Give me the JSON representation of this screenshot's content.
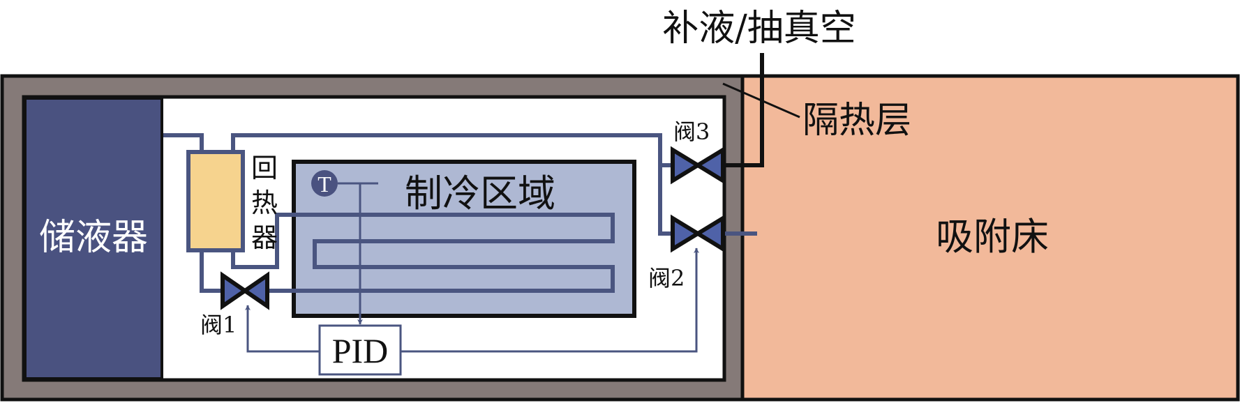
{
  "labels": {
    "reservoir": "储液器",
    "regenerator": [
      "回",
      "热",
      "器"
    ],
    "cooling_zone": "制冷区域",
    "sensor": "T",
    "controller": "PID",
    "adsorption_bed": "吸附床",
    "insulation": "隔热层",
    "fill_vacuum": "补液/抽真空",
    "valve1": "阀1",
    "valve2": "阀2",
    "valve3": "阀3"
  },
  "colors": {
    "insulation": "#857a78",
    "adsorption_bed": "#f2b99a",
    "reservoir": "#4a5280",
    "pipe": "#4a5580",
    "valve": "#4f62a8",
    "regenerator": "#f6d38e",
    "cooling_zone": "#aeb8d3"
  }
}
